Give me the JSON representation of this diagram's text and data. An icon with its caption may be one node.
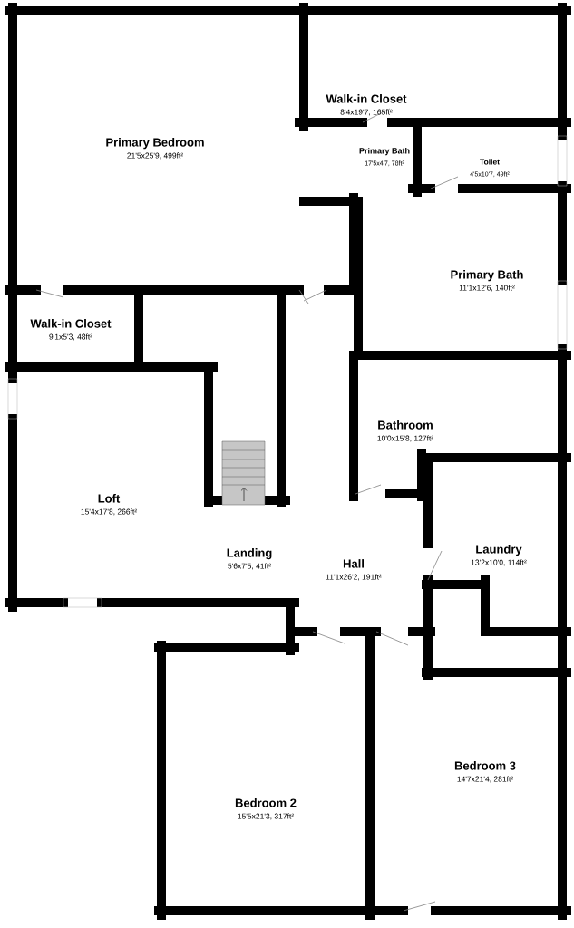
{
  "diagram": {
    "nodes": [
      {
        "text": [
          "Primary Bedroom",
          "21'5x25'9, 499ft²"
        ]
      },
      {
        "text": [
          "Walk-in Closet",
          "8'4x19'7, 165ft²"
        ]
      },
      {
        "text": [
          "Primary Bath",
          "17'5x4'7, 78ft²"
        ]
      },
      {
        "text": [
          "Toilet",
          "4'5x10'7, 49ft²"
        ]
      },
      {
        "text": [
          "Primary Bath",
          "11'1x12'6, 140ft²"
        ]
      },
      {
        "text": [
          "Walk-in Closet",
          "9'1x5'3, 48ft²"
        ]
      },
      {
        "text": [
          "Bathroom",
          "10'0x15'8, 127ft²"
        ]
      },
      {
        "text": [
          "Loft",
          "15'4x17'8, 266ft²"
        ]
      },
      {
        "text": [
          "Landing",
          "5'6x7'5, 41ft²"
        ]
      },
      {
        "text": [
          "Hall",
          "11'1x26'2, 191ft²"
        ]
      },
      {
        "text": [
          "Laundry",
          "13'2x10'0, 114ft²"
        ]
      },
      {
        "text": [
          "Bedroom 2",
          "15'5x21'3, 317ft²"
        ]
      },
      {
        "text": [
          "Bedroom 3",
          "14'7x21'4, 281ft²"
        ]
      }
    ]
  }
}
